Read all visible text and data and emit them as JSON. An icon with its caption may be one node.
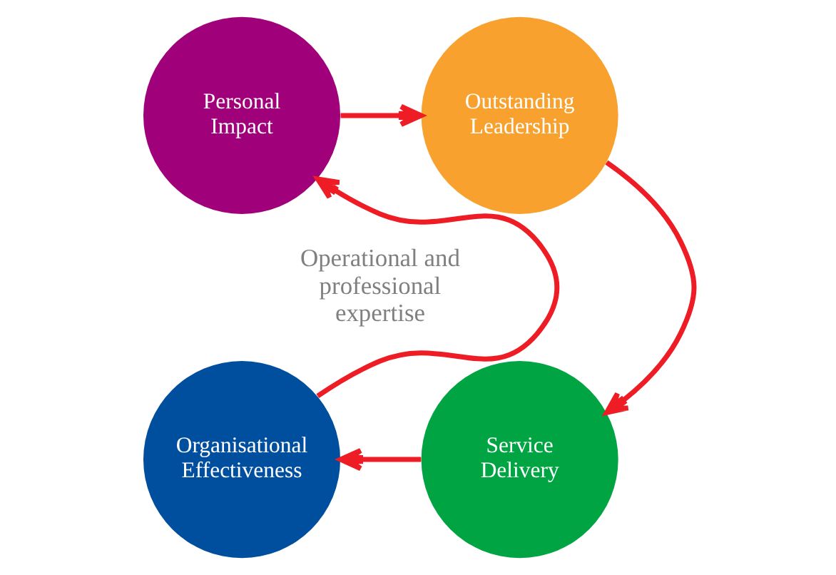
{
  "diagram": {
    "nodes": [
      {
        "text": [
          "Personal Impact"
        ]
      },
      {
        "text": [
          "Outstanding Leadership"
        ]
      },
      {
        "text": [
          "Organisational Effectiveness"
        ]
      },
      {
        "text": [
          "Service Delivery"
        ]
      }
    ],
    "edges": [
      {
        "from": 0,
        "to": 1,
        "arrow": "to"
      },
      {
        "from": 1,
        "to": 3,
        "arrow": "to"
      },
      {
        "from": 3,
        "to": 2,
        "arrow": "to"
      },
      {
        "from": 2,
        "to": 0,
        "arrow": "to"
      }
    ],
    "labels": [
      "Operational and professional expertise"
    ]
  }
}
